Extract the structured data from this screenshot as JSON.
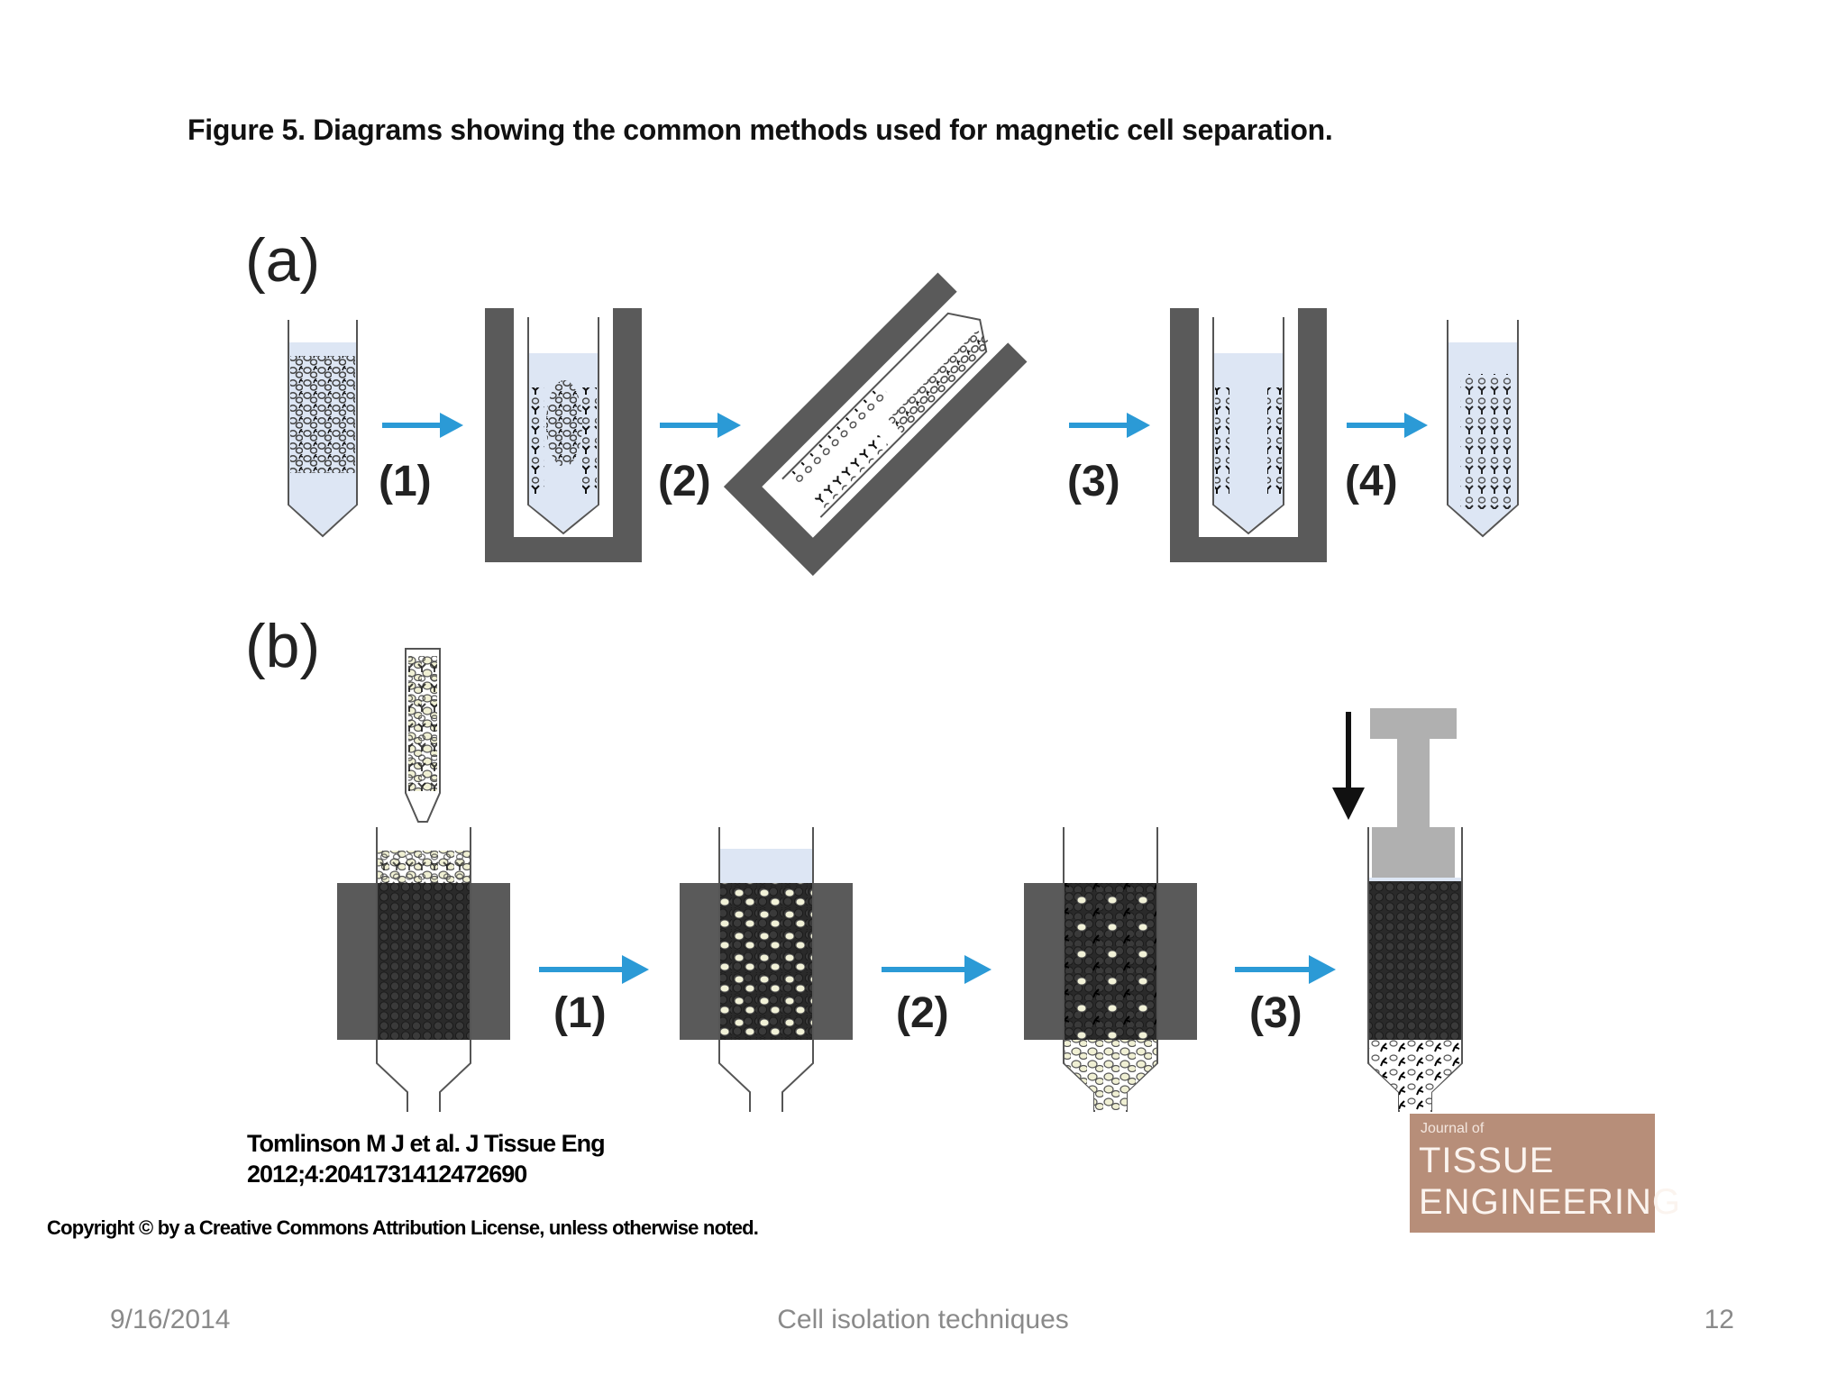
{
  "figure": {
    "title": "Figure 5. Diagrams showing the common methods used for magnetic cell separation.",
    "panel_a": {
      "label": "(a)",
      "steps": [
        "(1)",
        "(2)",
        "(3)",
        "(4)"
      ]
    },
    "panel_b": {
      "label": "(b)",
      "steps": [
        "(1)",
        "(2)",
        "(3)"
      ]
    }
  },
  "citation": {
    "line1": "Tomlinson M J et al. J Tissue Eng",
    "line2": "2012;4:2041731412472690"
  },
  "copyright": "Copyright © by a Creative Commons Attribution License, unless otherwise noted.",
  "journal_logo": {
    "small": "Journal of",
    "line1": "TISSUE",
    "line2": "ENGINEERING"
  },
  "footer": {
    "date": "9/16/2014",
    "title": "Cell isolation techniques",
    "page": "12"
  },
  "colors": {
    "arrow": "#2b9ad6",
    "magnet": "#555555",
    "liquid": "#dde6f4",
    "column_matrix": "#2a2a2a",
    "logo_bg": "#b78e79"
  }
}
